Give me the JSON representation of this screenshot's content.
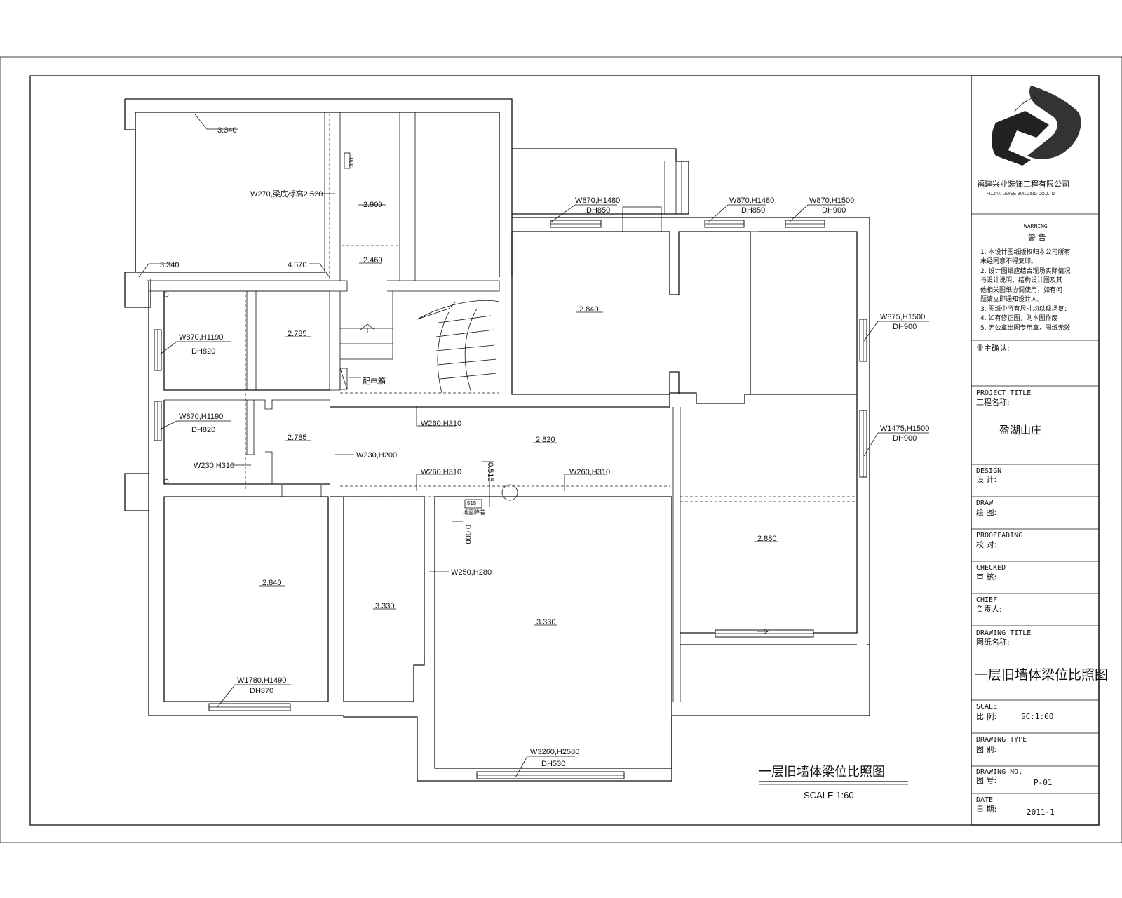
{
  "company": {
    "name_cn": "福建兴业装饰工程有限公司",
    "name_en": "FUJIAN LEYEE BUILDING CO.,LTD"
  },
  "warning": {
    "title_en": "WARNING",
    "title_cn": "警  告",
    "lines": [
      "1. 本设计图纸版权归本公司所有",
      "   未经同意不得复印。",
      "2. 设计图纸应结合现场实际情况",
      "   与设计说明，结构设计图及其",
      "   他相关图纸协调使用，如有问",
      "   题请立即通知设计人。",
      "3. 图纸中所有尺寸均以现场复：",
      "4. 如有修正图，则本图作废",
      "5. 无公章出图专用章，图纸无效"
    ]
  },
  "title_block": {
    "owner_label": "业主确认:",
    "project_title_en": "PROJECT TITLE",
    "project_title_cn": "工程名称:",
    "project_name": "盈湖山庄",
    "design_en": "DESIGN",
    "design_cn": "设  计:",
    "draw_en": "DRAW",
    "draw_cn": "绘  图:",
    "proof_en": "PROOFFADING",
    "proof_cn": "校  对:",
    "checked_en": "CHECKED",
    "checked_cn": "审  核:",
    "chief_en": "CHIEF",
    "chief_cn": "负责人:",
    "drawing_title_en": "DRAWING TITLE",
    "drawing_title_cn": "图纸名称:",
    "drawing_name": "一层旧墙体梁位比照图",
    "scale_en": "SCALE",
    "scale_cn": "比  例:",
    "scale_value": "SC:1:60",
    "type_en": "DRAWING TYPE",
    "type_cn": "图  别:",
    "no_en": "DRAWING NO.",
    "no_cn": "图  号:",
    "no_value": "P-01",
    "date_en": "DATE",
    "date_cn": "日  期:",
    "date_value": "2011-1"
  },
  "plan": {
    "title": "一层旧墙体梁位比照图",
    "scale": "SCALE 1:60",
    "elevations": {
      "e1": "3.340",
      "e2": "3.340",
      "e3": "4.570",
      "e4": "2.900",
      "e5": "2.460",
      "e6": "2.785",
      "e7": "2.785",
      "e8": "2.840",
      "e9": "2.820",
      "e10": "2.840",
      "e11": "3.330",
      "e12": "3.330",
      "e13": "2.880"
    },
    "beams": {
      "b1": "W270,梁底标高2.520",
      "b2": "W260,H310",
      "b3": "W230,H200",
      "b4": "W230,H310",
      "b5": "W260,H310",
      "b6": "W260,H310",
      "b7": "W250,H280"
    },
    "windows": {
      "w1a": "W870,H1480",
      "w1b": "DH850",
      "w2a": "W870,H1480",
      "w2b": "DH850",
      "w3a": "W870,H1500",
      "w3b": "DH900",
      "w4a": "W875,H1500",
      "w4b": "DH900",
      "w5a": "W1475,H1500",
      "w5b": "DH900",
      "w6a": "W870,H1190",
      "w6b": "DH820",
      "w7a": "W870,H1190",
      "w7b": "DH820",
      "w8a": "W1780,H1490",
      "w8b": "DH870",
      "w9a": "W3260,H2580",
      "w9b": "DH530"
    },
    "misc": {
      "elec_box": "配电箱",
      "floor_drain": "地面降差",
      "m515a": "515",
      "m515b": "0.515",
      "m0000": "0.000",
      "m380": "380"
    }
  }
}
